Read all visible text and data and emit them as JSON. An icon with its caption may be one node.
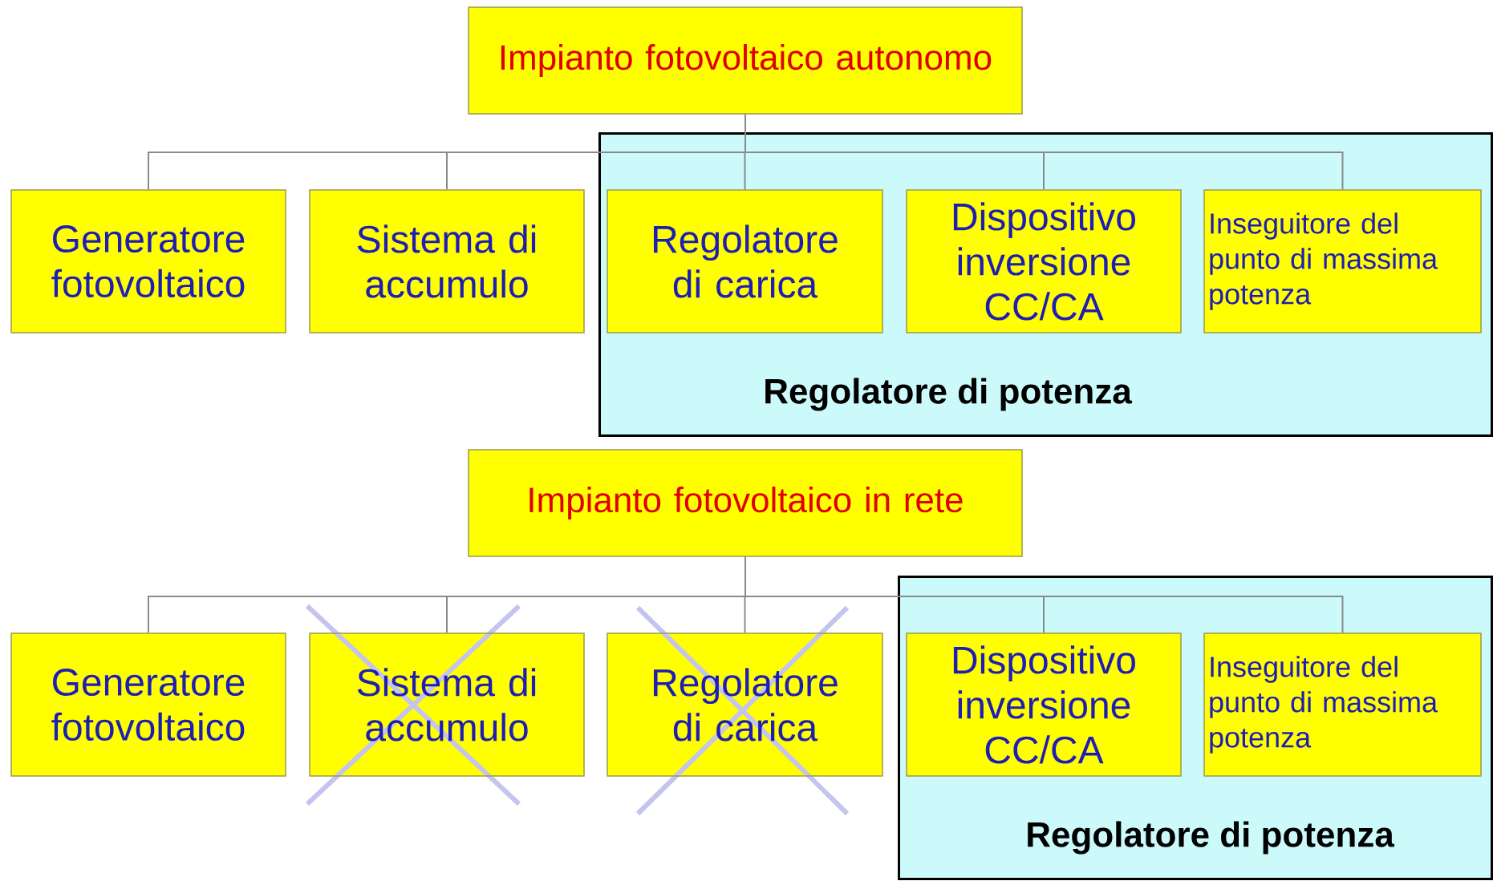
{
  "diagram": {
    "nodes": [
      {
        "text": [
          "Impianto fotovoltaico autonomo"
        ]
      },
      {
        "text": [
          "Generatore fotovoltaico"
        ]
      },
      {
        "text": [
          "Sistema di accumulo"
        ]
      },
      {
        "text": [
          "Regolatore di potenza"
        ]
      },
      {
        "text": [
          "Regolatore di carica"
        ],
        "in": 3
      },
      {
        "text": [
          "Dispositivo inversione CC/CA"
        ],
        "in": 3
      },
      {
        "text": [
          "Inseguitore del punto di massima potenza"
        ],
        "in": 3
      },
      {
        "text": [
          "Impianto fotovoltaico in rete"
        ]
      },
      {
        "text": [
          "Generatore fotovoltaico"
        ]
      },
      {
        "text": [
          "Sistema di accumulo"
        ]
      },
      {
        "text": [
          "Regolatore di carica"
        ]
      },
      {
        "text": [
          "Regolatore di potenza"
        ]
      },
      {
        "text": [
          "Dispositivo inversione CC/CA"
        ],
        "in": 11
      },
      {
        "text": [
          "Inseguitore del punto di massima potenza"
        ],
        "in": 11
      }
    ],
    "edges": [
      {
        "from": 0,
        "to": 1,
        "arrow": "none"
      },
      {
        "from": 0,
        "to": 2,
        "arrow": "none"
      },
      {
        "from": 0,
        "to": 4,
        "arrow": "none"
      },
      {
        "from": 0,
        "to": 5,
        "arrow": "none"
      },
      {
        "from": 0,
        "to": 6,
        "arrow": "none"
      },
      {
        "from": 7,
        "to": 8,
        "arrow": "none"
      },
      {
        "from": 7,
        "to": 9,
        "arrow": "none"
      },
      {
        "from": 7,
        "to": 10,
        "arrow": "none"
      },
      {
        "from": 7,
        "to": 12,
        "arrow": "none"
      },
      {
        "from": 7,
        "to": 13,
        "arrow": "none"
      }
    ]
  }
}
